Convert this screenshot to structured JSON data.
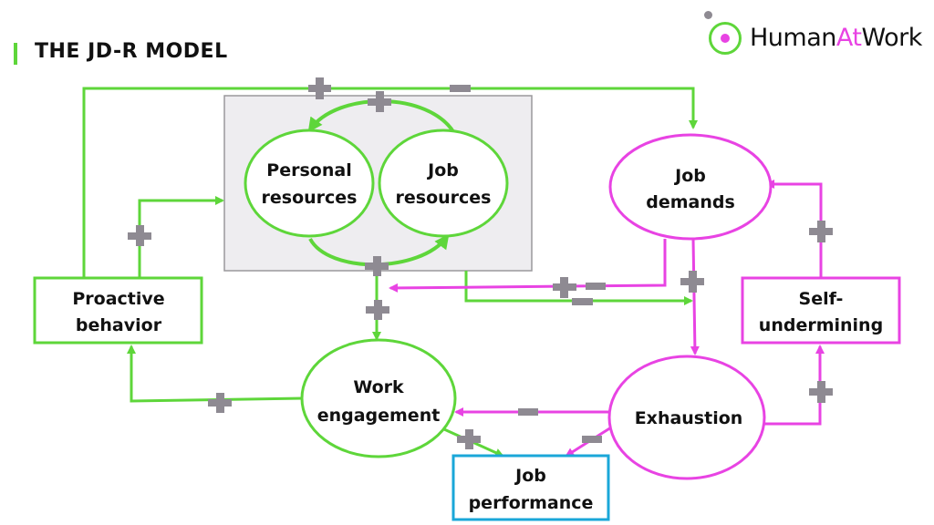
{
  "header": {
    "title": "THE JD-R MODEL",
    "logo": {
      "prefix": "Human",
      "accent": "At",
      "suffix": "Work"
    }
  },
  "colors": {
    "resource_green": "#5ed63a",
    "demand_magenta": "#e843e3",
    "performance_blue": "#1aa7d8",
    "sign_grey": "#8e8a92",
    "box_fill": "#eeedf0"
  },
  "nodes": {
    "personal_resources": [
      "Personal",
      "resources"
    ],
    "job_resources": [
      "Job",
      "resources"
    ],
    "job_demands": [
      "Job",
      "demands"
    ],
    "proactive_behavior": [
      "Proactive",
      "behavior"
    ],
    "self_undermining": [
      "Self-",
      "undermining"
    ],
    "work_engagement": [
      "Work",
      "engagement"
    ],
    "exhaustion": [
      "Exhaustion"
    ],
    "job_performance": [
      "Job",
      "performance"
    ]
  },
  "relations": [
    {
      "from": "Personal resources",
      "to": "Job resources",
      "sign": "+"
    },
    {
      "from": "Job resources",
      "to": "Personal resources",
      "sign": "+"
    },
    {
      "from": "Proactive behavior",
      "to": "Resources",
      "sign": "+"
    },
    {
      "from": "Proactive behavior",
      "to": "Job demands",
      "sign": "+ / -"
    },
    {
      "from": "Resources",
      "to": "Work engagement",
      "sign": "+"
    },
    {
      "from": "Resources",
      "to": "Exhaustion",
      "sign": "-"
    },
    {
      "from": "Job demands",
      "to": "Work engagement",
      "sign": "+ / -"
    },
    {
      "from": "Job demands",
      "to": "Exhaustion",
      "sign": "+"
    },
    {
      "from": "Work engagement",
      "to": "Proactive behavior",
      "sign": "+"
    },
    {
      "from": "Work engagement",
      "to": "Job performance",
      "sign": "+"
    },
    {
      "from": "Exhaustion",
      "to": "Work engagement",
      "sign": "-"
    },
    {
      "from": "Exhaustion",
      "to": "Job performance",
      "sign": "-"
    },
    {
      "from": "Exhaustion",
      "to": "Self-undermining",
      "sign": "+"
    },
    {
      "from": "Self-undermining",
      "to": "Job demands",
      "sign": "+"
    }
  ]
}
